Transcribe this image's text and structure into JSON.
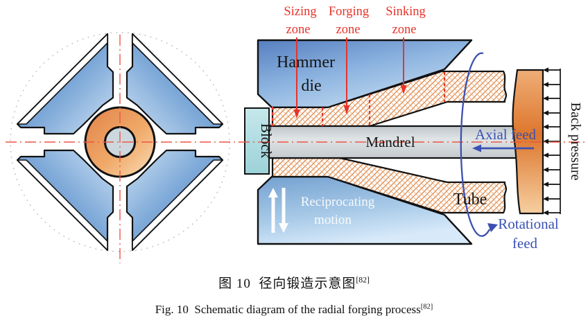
{
  "figure": {
    "caption_cn": {
      "text": "图 10  径向锻造示意图",
      "ref": "[82]"
    },
    "caption_en": {
      "text": "Fig. 10  Schematic diagram of the radial forging process",
      "ref": "[82]"
    }
  },
  "diagram": {
    "zones": [
      {
        "word": "Sizing",
        "zone_word": "zone"
      },
      {
        "word": "Forging",
        "zone_word": "zone"
      },
      {
        "word": "Sinking",
        "zone_word": "zone"
      }
    ],
    "parts": {
      "hammer_die_line1": "Hammer",
      "hammer_die_line2": "die",
      "block": "Block",
      "mandrel": "Mandrel",
      "tube": "Tube"
    },
    "motions": {
      "axial_feed": "Axial feed",
      "back_pressure": "Back pressure",
      "rotational_line1": "Rotational",
      "rotational_line2": "feed",
      "reciprocating_line1": "Reciprocating",
      "reciprocating_line2": "motion"
    },
    "colors": {
      "annotation_red": "#e8332a",
      "centerline_red": "#ee5544",
      "annotation_blue": "#3a51b5",
      "die_blue": "#7ea9d8",
      "hatch_orange": "#db8747",
      "ring_orange": "#e2824a",
      "block_teal": "#b2dfe3",
      "mandrel_gray": "#ccd2d5",
      "pusher_orange": "#dd762d",
      "outline_black": "#111111"
    }
  }
}
